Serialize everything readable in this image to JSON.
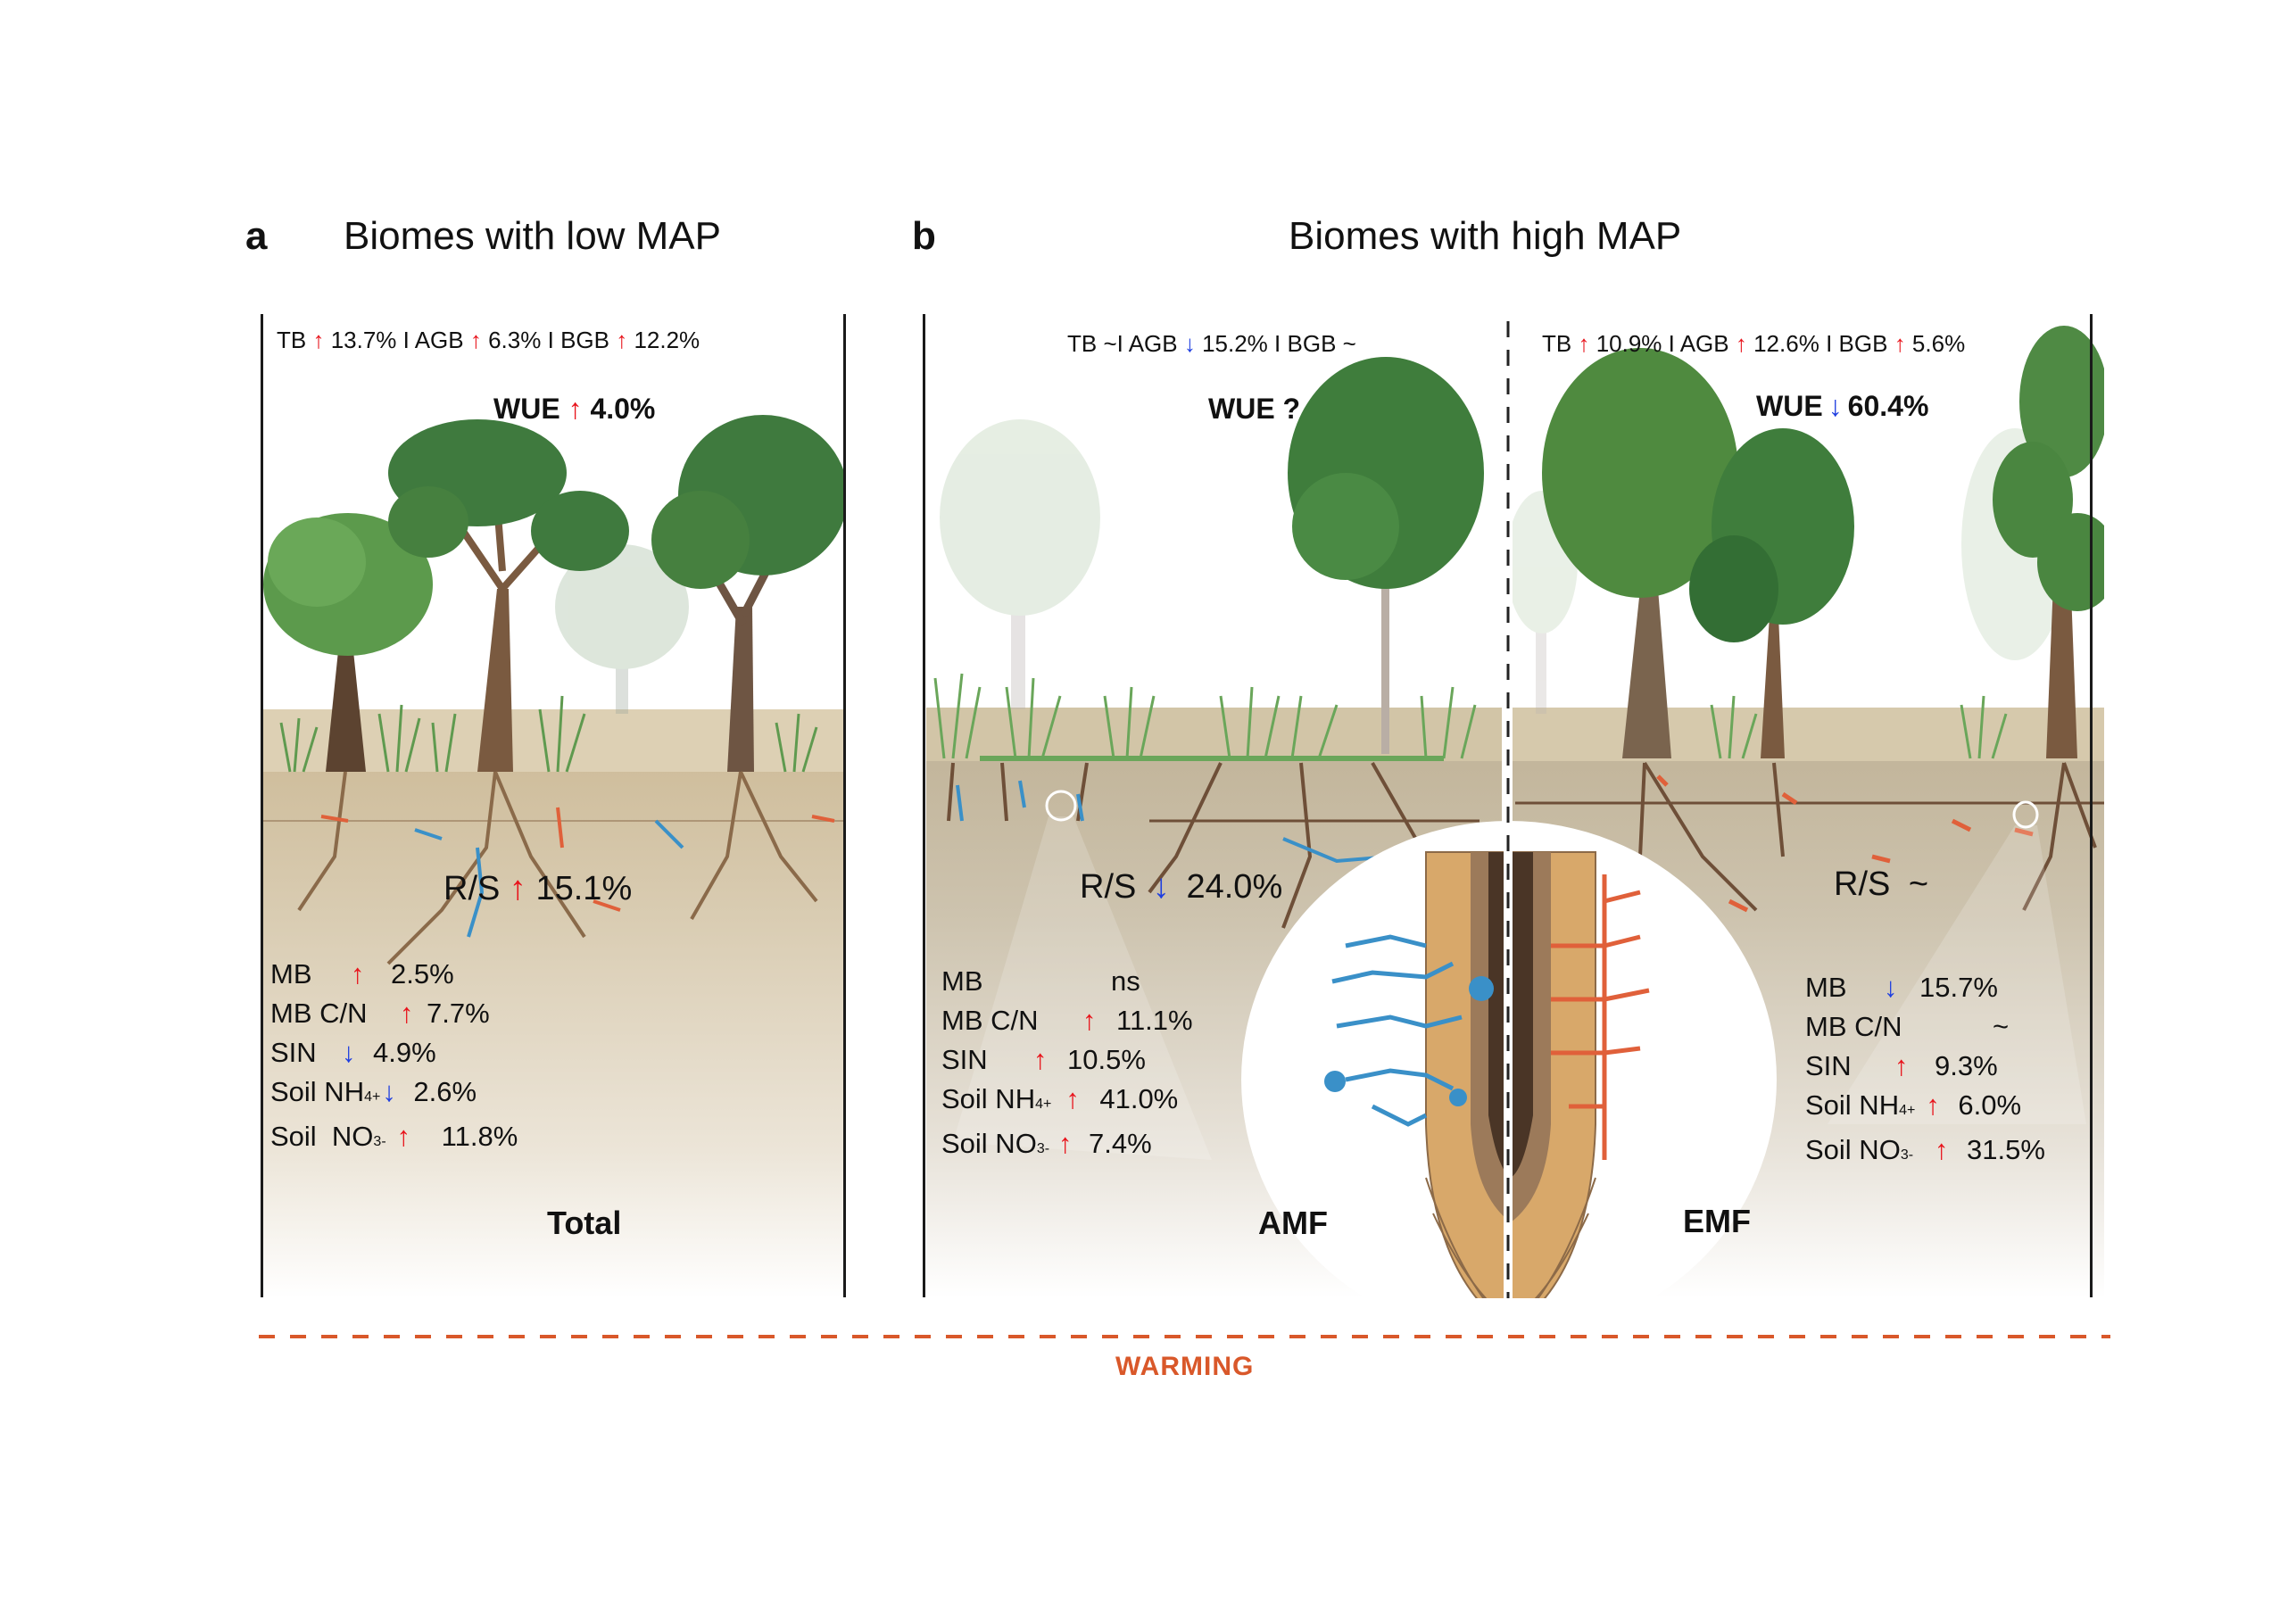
{
  "panels": {
    "a": {
      "letter": "a",
      "title": "Biomes with low MAP",
      "biomass_line": [
        {
          "label": "TB",
          "direction": "up",
          "value": "13.7%"
        },
        {
          "label": "AGB",
          "direction": "up",
          "value": "6.3%"
        },
        {
          "label": "BGB",
          "direction": "up",
          "value": "12.2%"
        }
      ],
      "wue": {
        "label": "WUE",
        "direction": "up",
        "value": "4.0%"
      },
      "rs": {
        "label": "R/S",
        "direction": "up",
        "value": "15.1%"
      },
      "stats": [
        {
          "label": "MB",
          "direction": "up",
          "value": "2.5%"
        },
        {
          "label": "MB C/N",
          "direction": "up",
          "value": "7.7%"
        },
        {
          "label": "SIN",
          "direction": "down",
          "value": "4.9%"
        },
        {
          "label": "Soil NH",
          "sub": "4",
          "sup": "+",
          "direction": "down",
          "value": "2.6%"
        },
        {
          "label": "Soil  NO",
          "sub": "3",
          "sup": "-",
          "direction": "up",
          "value": "11.8%"
        }
      ],
      "footer_label": "Total"
    },
    "b": {
      "letter": "b",
      "title": "Biomes with high MAP",
      "amf": {
        "biomass_line": [
          {
            "label": "TB",
            "direction": "none",
            "value": "~"
          },
          {
            "label": "AGB",
            "direction": "down",
            "value": "15.2%"
          },
          {
            "label": "BGB",
            "direction": "none",
            "value": "~"
          }
        ],
        "wue": {
          "label": "WUE",
          "direction": "none",
          "value": "?"
        },
        "rs": {
          "label": "R/S",
          "direction": "down",
          "value": "24.0%"
        },
        "stats": [
          {
            "label": "MB",
            "direction": "none",
            "value": "ns"
          },
          {
            "label": "MB C/N",
            "direction": "up",
            "value": "11.1%"
          },
          {
            "label": "SIN",
            "direction": "up",
            "value": "10.5%"
          },
          {
            "label": "Soil NH",
            "sub": "4",
            "sup": "+",
            "direction": "up",
            "value": "41.0%"
          },
          {
            "label": "Soil NO",
            "sub": "3",
            "sup": "-",
            "direction": "up",
            "value": "7.4%"
          }
        ],
        "footer_label": "AMF"
      },
      "emf": {
        "biomass_line": [
          {
            "label": "TB",
            "direction": "up",
            "value": "10.9%"
          },
          {
            "label": "AGB",
            "direction": "up",
            "value": "12.6%"
          },
          {
            "label": "BGB",
            "direction": "up",
            "value": "5.6%"
          }
        ],
        "wue": {
          "label": "WUE",
          "direction": "down",
          "value": "60.4%"
        },
        "rs": {
          "label": "R/S",
          "direction": "none",
          "value": "~"
        },
        "stats": [
          {
            "label": "MB",
            "direction": "down",
            "value": "15.7%"
          },
          {
            "label": "MB C/N",
            "direction": "none",
            "value": "~"
          },
          {
            "label": "SIN",
            "direction": "up",
            "value": "9.3%"
          },
          {
            "label": "Soil NH",
            "sub": "4",
            "sup": "+",
            "direction": "up",
            "value": "6.0%"
          },
          {
            "label": "Soil NO",
            "sub": "3",
            "sup": "-",
            "direction": "up",
            "value": "31.5%"
          }
        ],
        "footer_label": "EMF"
      }
    }
  },
  "axis": {
    "label": "WARMING"
  },
  "separator": "I",
  "arrows": {
    "up": "↑",
    "down": "↓"
  },
  "colors": {
    "increase": "#e8141c",
    "decrease": "#1f3fe0",
    "warming": "#d9582a",
    "amf_hyphae": "#3a90c8",
    "emf_hyphae": "#e0603a",
    "soil": "#d6c8ad",
    "foliage": "#4f8a45"
  },
  "icons": {
    "up_arrow": "up-arrow-icon",
    "down_arrow": "down-arrow-icon"
  }
}
